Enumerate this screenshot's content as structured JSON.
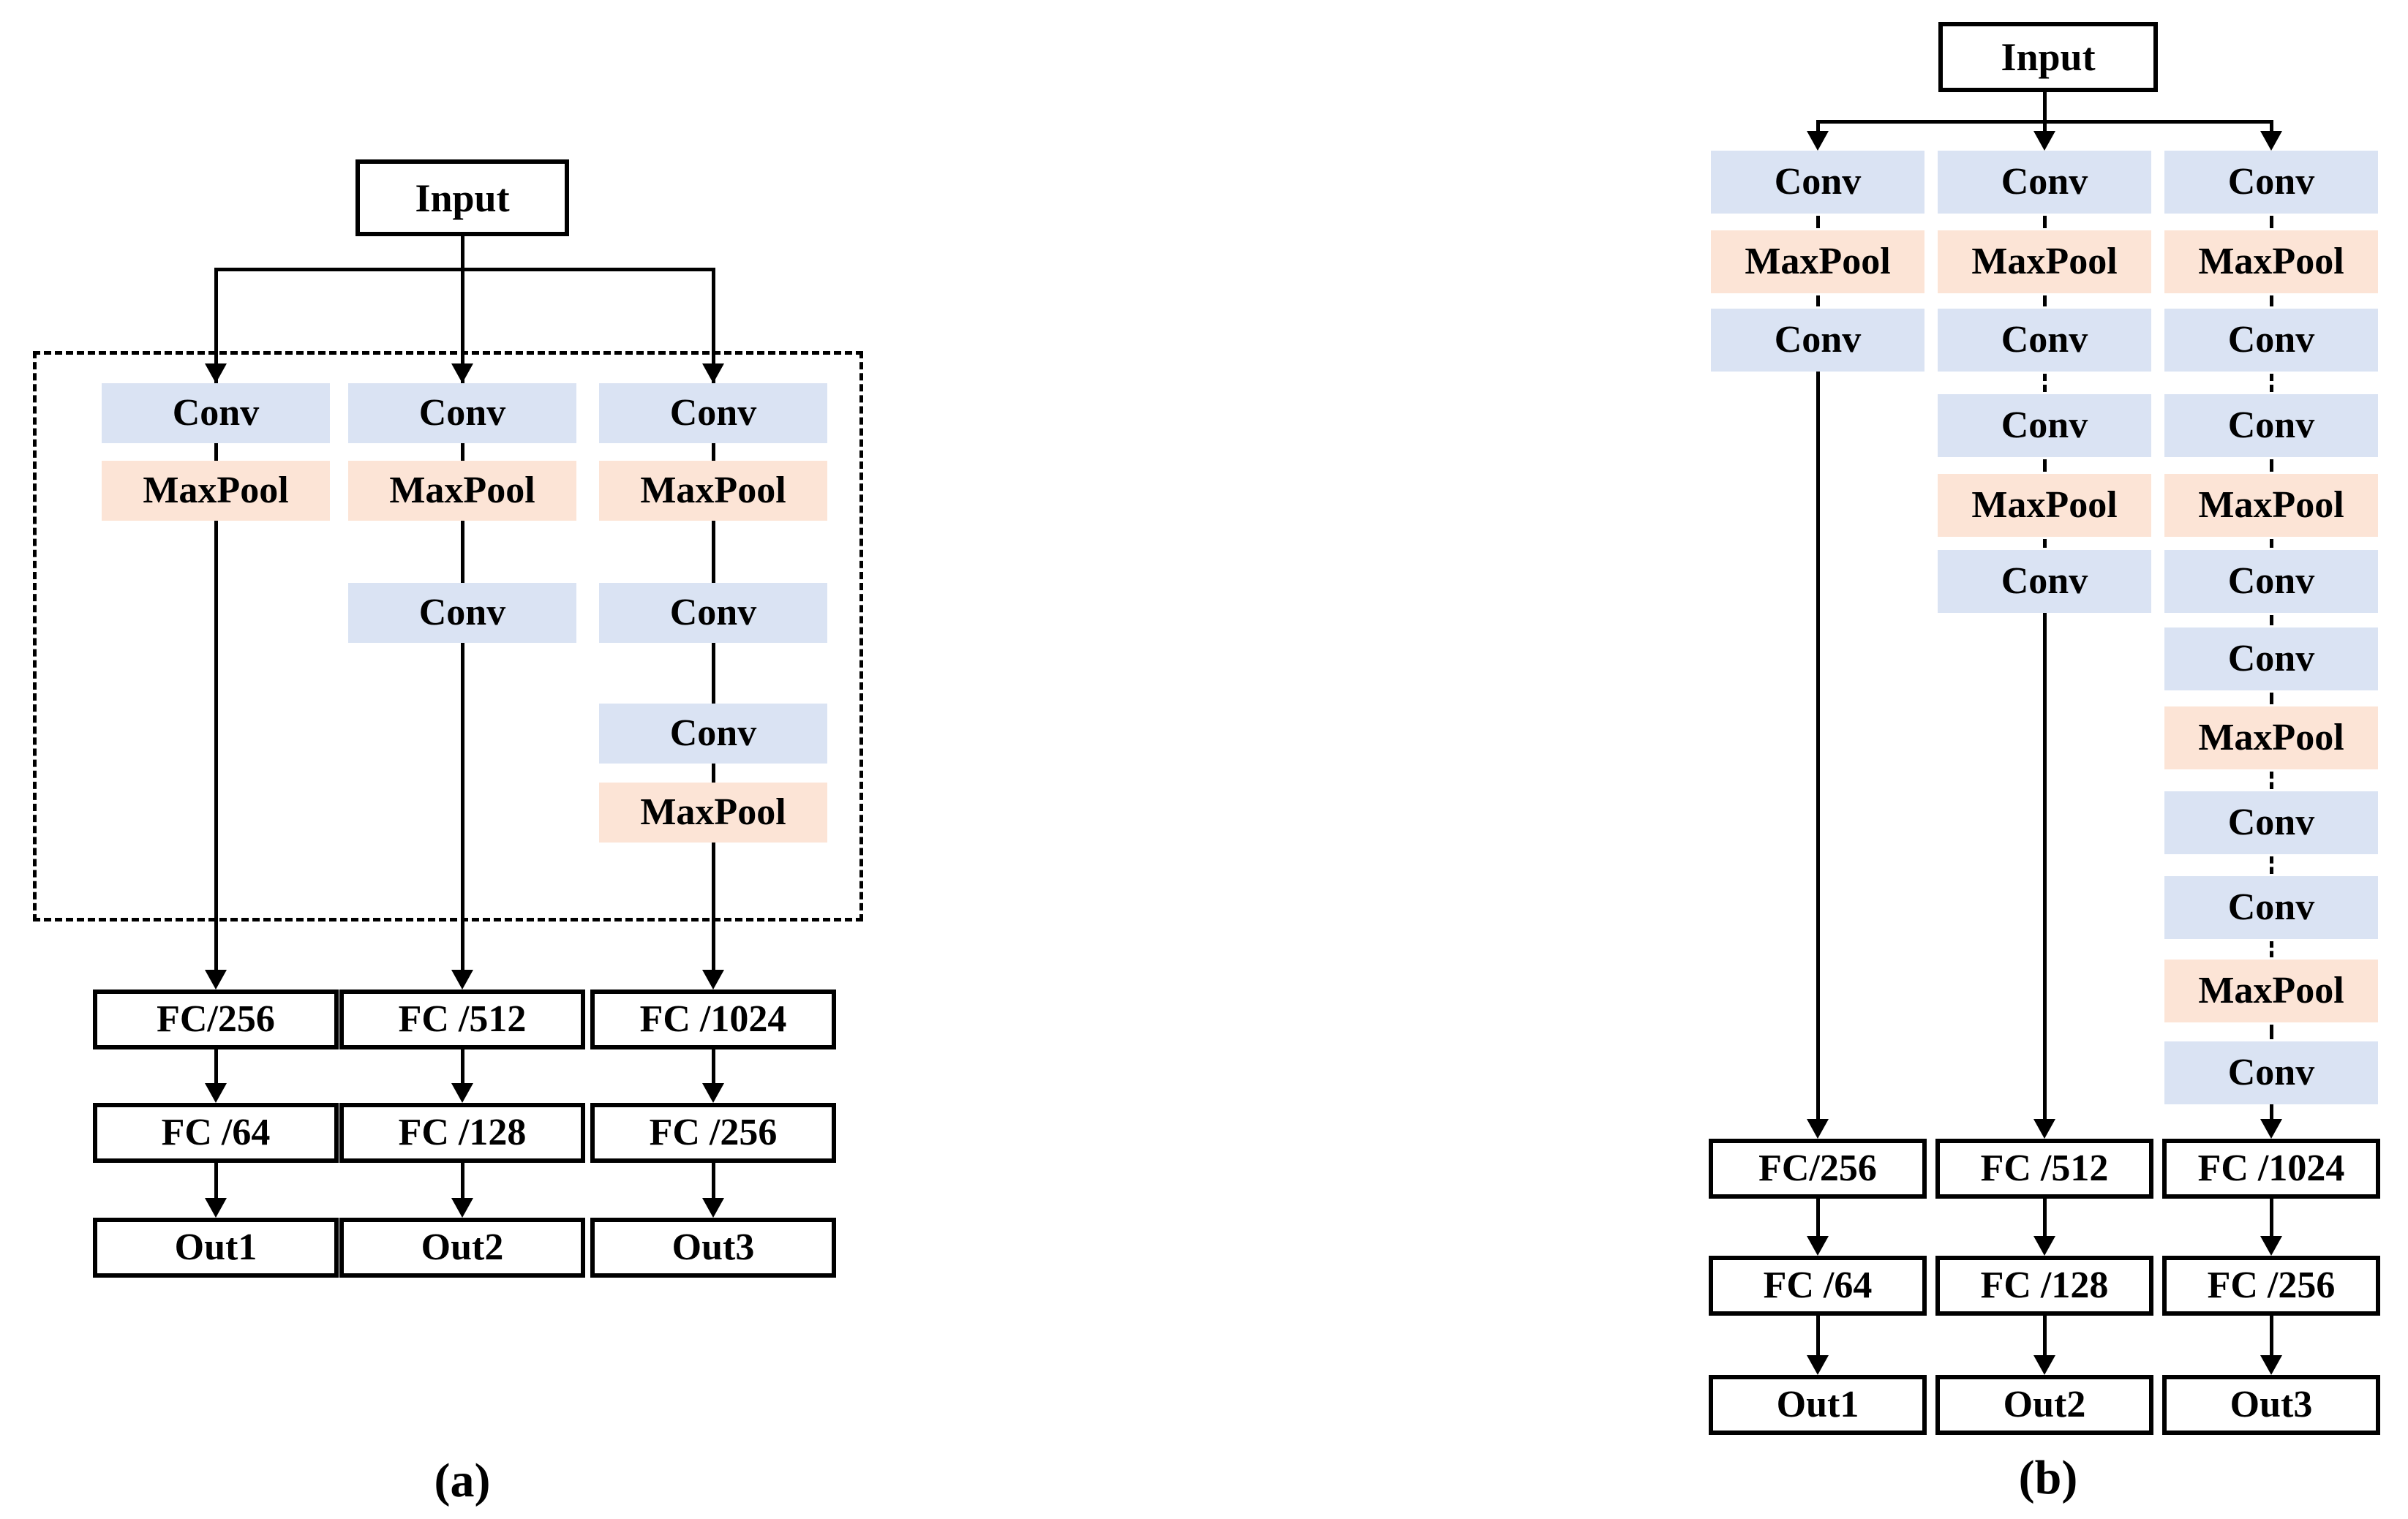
{
  "page": {
    "background": "#ffffff"
  },
  "palette": {
    "conv_fill": "#dae3f3",
    "maxpool_fill": "#fce4d6",
    "line_color": "#000000",
    "io_box_fill": "#ffffff",
    "io_box_border": "#000000"
  },
  "diagram_a": {
    "caption": "(a)",
    "input_label": "Input",
    "dashed_group_present": true,
    "columns": [
      {
        "blocks": [
          {
            "label": "Conv",
            "type": "conv",
            "row": 0
          },
          {
            "label": "MaxPool",
            "type": "maxpool",
            "row": 1
          }
        ],
        "fc_layers": [
          "FC/256",
          "FC /64"
        ],
        "output": "Out1"
      },
      {
        "blocks": [
          {
            "label": "Conv",
            "type": "conv",
            "row": 0
          },
          {
            "label": "MaxPool",
            "type": "maxpool",
            "row": 1
          },
          {
            "label": "Conv",
            "type": "conv",
            "row": 2
          }
        ],
        "fc_layers": [
          "FC /512",
          "FC /128"
        ],
        "output": "Out2"
      },
      {
        "blocks": [
          {
            "label": "Conv",
            "type": "conv",
            "row": 0
          },
          {
            "label": "MaxPool",
            "type": "maxpool",
            "row": 1
          },
          {
            "label": "Conv",
            "type": "conv",
            "row": 2
          },
          {
            "label": "Conv",
            "type": "conv",
            "row": 3
          },
          {
            "label": "MaxPool",
            "type": "maxpool",
            "row": 4
          }
        ],
        "fc_layers": [
          "FC /1024",
          "FC /256"
        ],
        "output": "Out3"
      }
    ]
  },
  "diagram_b": {
    "caption": "(b)",
    "input_label": "Input",
    "dashed_group_present": false,
    "columns": [
      {
        "blocks": [
          {
            "label": "Conv",
            "type": "conv",
            "row": 0
          },
          {
            "label": "MaxPool",
            "type": "maxpool",
            "row": 1
          },
          {
            "label": "Conv",
            "type": "conv",
            "row": 2
          }
        ],
        "fc_layers": [
          "FC/256",
          "FC /64"
        ],
        "output": "Out1"
      },
      {
        "blocks": [
          {
            "label": "Conv",
            "type": "conv",
            "row": 0
          },
          {
            "label": "MaxPool",
            "type": "maxpool",
            "row": 1
          },
          {
            "label": "Conv",
            "type": "conv",
            "row": 2
          },
          {
            "label": "Conv",
            "type": "conv",
            "row": 3
          },
          {
            "label": "MaxPool",
            "type": "maxpool",
            "row": 4
          },
          {
            "label": "Conv",
            "type": "conv",
            "row": 5
          }
        ],
        "fc_layers": [
          "FC /512",
          "FC /128"
        ],
        "output": "Out2"
      },
      {
        "blocks": [
          {
            "label": "Conv",
            "type": "conv",
            "row": 0
          },
          {
            "label": "MaxPool",
            "type": "maxpool",
            "row": 1
          },
          {
            "label": "Conv",
            "type": "conv",
            "row": 2
          },
          {
            "label": "Conv",
            "type": "conv",
            "row": 3
          },
          {
            "label": "MaxPool",
            "type": "maxpool",
            "row": 4
          },
          {
            "label": "Conv",
            "type": "conv",
            "row": 5
          },
          {
            "label": "Conv",
            "type": "conv",
            "row": 6
          },
          {
            "label": "MaxPool",
            "type": "maxpool",
            "row": 7
          },
          {
            "label": "Conv",
            "type": "conv",
            "row": 8
          },
          {
            "label": "Conv",
            "type": "conv",
            "row": 9
          },
          {
            "label": "MaxPool",
            "type": "maxpool",
            "row": 10
          },
          {
            "label": "Conv",
            "type": "conv",
            "row": 11
          }
        ],
        "fc_layers": [
          "FC /1024",
          "FC /256"
        ],
        "output": "Out3"
      }
    ]
  }
}
